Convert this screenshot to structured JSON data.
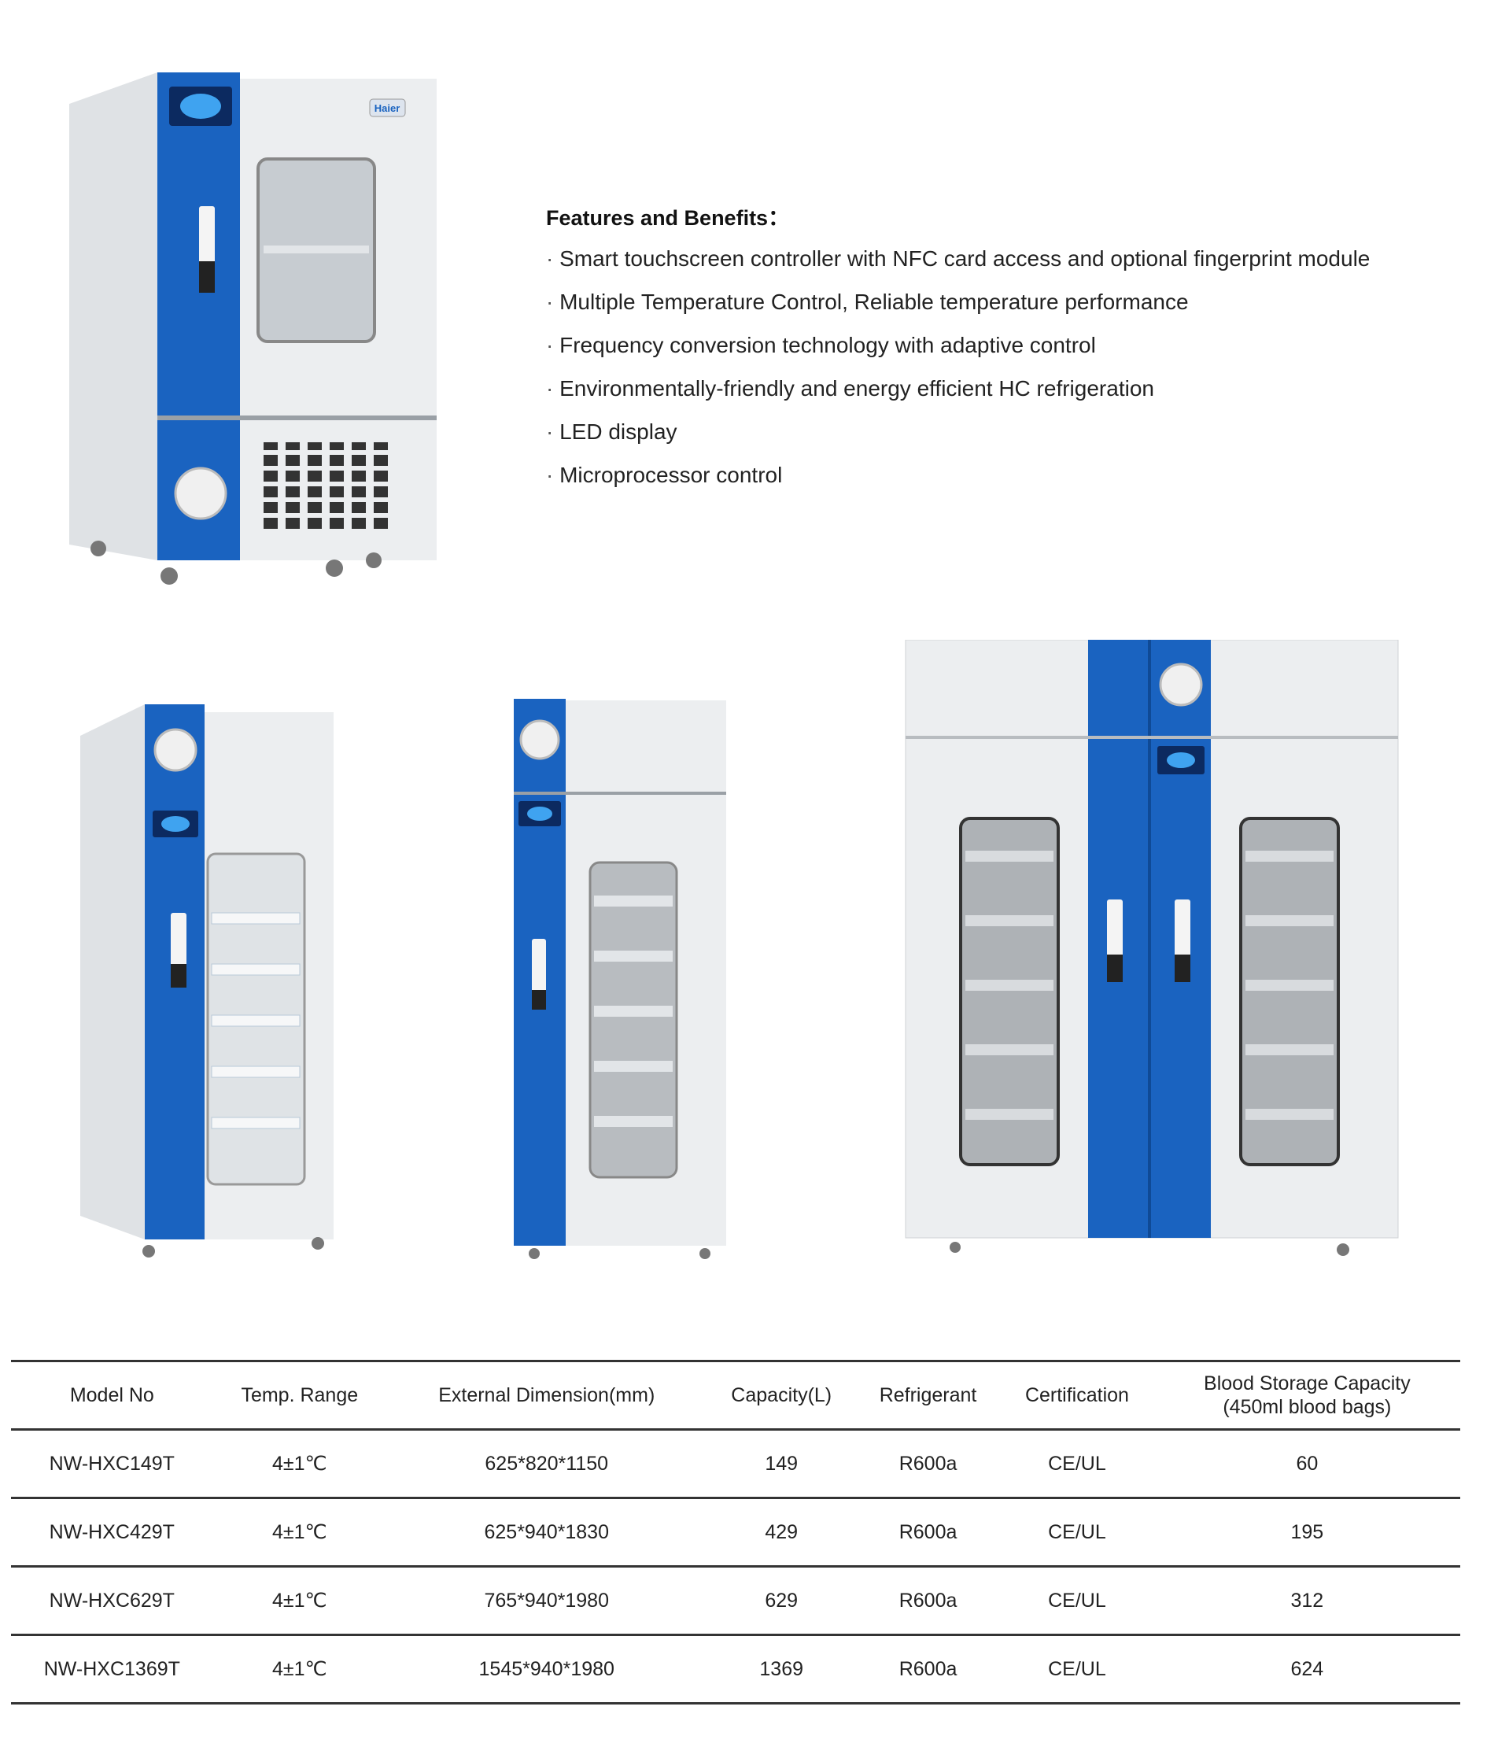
{
  "brand_logo": "Haier",
  "features": {
    "heading": "Features and Benefits：",
    "items": [
      "Smart touchscreen controller with NFC card access and optional fingerprint module",
      "Multiple Temperature Control,   Reliable temperature performance",
      "Frequency conversion technology with adaptive control",
      "Environmentally-friendly and energy efficient HC refrigeration",
      "LED display",
      "Microprocessor control"
    ]
  },
  "colors": {
    "accent_blue": "#1a63c0",
    "body_white": "#eef0f2",
    "rule": "#333333"
  },
  "table": {
    "headers": [
      "Model No",
      "Temp. Range",
      "External Dimension(mm)",
      "Capacity(L)",
      "Refrigerant",
      "Certification",
      "Blood Storage Capacity",
      "(450ml blood bags)"
    ],
    "rows": [
      [
        "NW-HXC149T",
        "4±1℃",
        "625*820*1150",
        "149",
        "R600a",
        "CE/UL",
        "60"
      ],
      [
        "NW-HXC429T",
        "4±1℃",
        "625*940*1830",
        "429",
        "R600a",
        "CE/UL",
        "195"
      ],
      [
        "NW-HXC629T",
        "4±1℃",
        "765*940*1980",
        "629",
        "R600a",
        "CE/UL",
        "312"
      ],
      [
        "NW-HXC1369T",
        "4±1℃",
        "1545*940*1980",
        "1369",
        "R600a",
        "CE/UL",
        "624"
      ]
    ]
  }
}
